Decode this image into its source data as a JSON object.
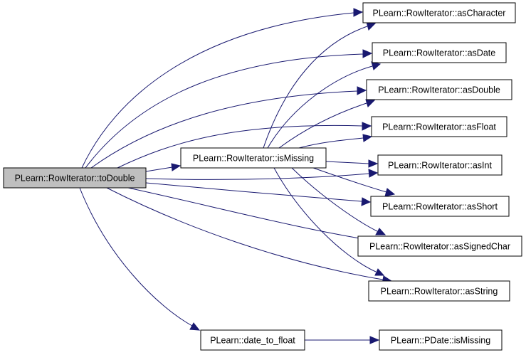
{
  "colors": {
    "edge": "#191970",
    "node_fill": "#ffffff",
    "root_fill": "#bfbfbf",
    "node_border": "#000000"
  },
  "nodes": {
    "toDouble": {
      "label": "PLearn::RowIterator::toDouble",
      "highlighted": true
    },
    "isMissing": {
      "label": "PLearn::RowIterator::isMissing"
    },
    "date_to_float": {
      "label": "PLearn::date_to_float"
    },
    "asCharacter": {
      "label": "PLearn::RowIterator::asCharacter"
    },
    "asDate": {
      "label": "PLearn::RowIterator::asDate"
    },
    "asDouble": {
      "label": "PLearn::RowIterator::asDouble"
    },
    "asFloat": {
      "label": "PLearn::RowIterator::asFloat"
    },
    "asInt": {
      "label": "PLearn::RowIterator::asInt"
    },
    "asShort": {
      "label": "PLearn::RowIterator::asShort"
    },
    "asSignedChar": {
      "label": "PLearn::RowIterator::asSignedChar"
    },
    "asString": {
      "label": "PLearn::RowIterator::asString"
    },
    "PDate_isMissing": {
      "label": "PLearn::PDate::isMissing"
    }
  },
  "edges": [
    {
      "from": "toDouble",
      "to": "asCharacter"
    },
    {
      "from": "toDouble",
      "to": "asDate"
    },
    {
      "from": "toDouble",
      "to": "asDouble"
    },
    {
      "from": "toDouble",
      "to": "asFloat"
    },
    {
      "from": "toDouble",
      "to": "isMissing"
    },
    {
      "from": "toDouble",
      "to": "asInt"
    },
    {
      "from": "toDouble",
      "to": "asShort"
    },
    {
      "from": "toDouble",
      "to": "asSignedChar"
    },
    {
      "from": "toDouble",
      "to": "asString"
    },
    {
      "from": "toDouble",
      "to": "date_to_float"
    },
    {
      "from": "isMissing",
      "to": "asCharacter"
    },
    {
      "from": "isMissing",
      "to": "asDate"
    },
    {
      "from": "isMissing",
      "to": "asDouble"
    },
    {
      "from": "isMissing",
      "to": "asFloat"
    },
    {
      "from": "isMissing",
      "to": "asInt"
    },
    {
      "from": "isMissing",
      "to": "asShort"
    },
    {
      "from": "isMissing",
      "to": "asSignedChar"
    },
    {
      "from": "isMissing",
      "to": "asString"
    },
    {
      "from": "date_to_float",
      "to": "PDate_isMissing"
    }
  ]
}
